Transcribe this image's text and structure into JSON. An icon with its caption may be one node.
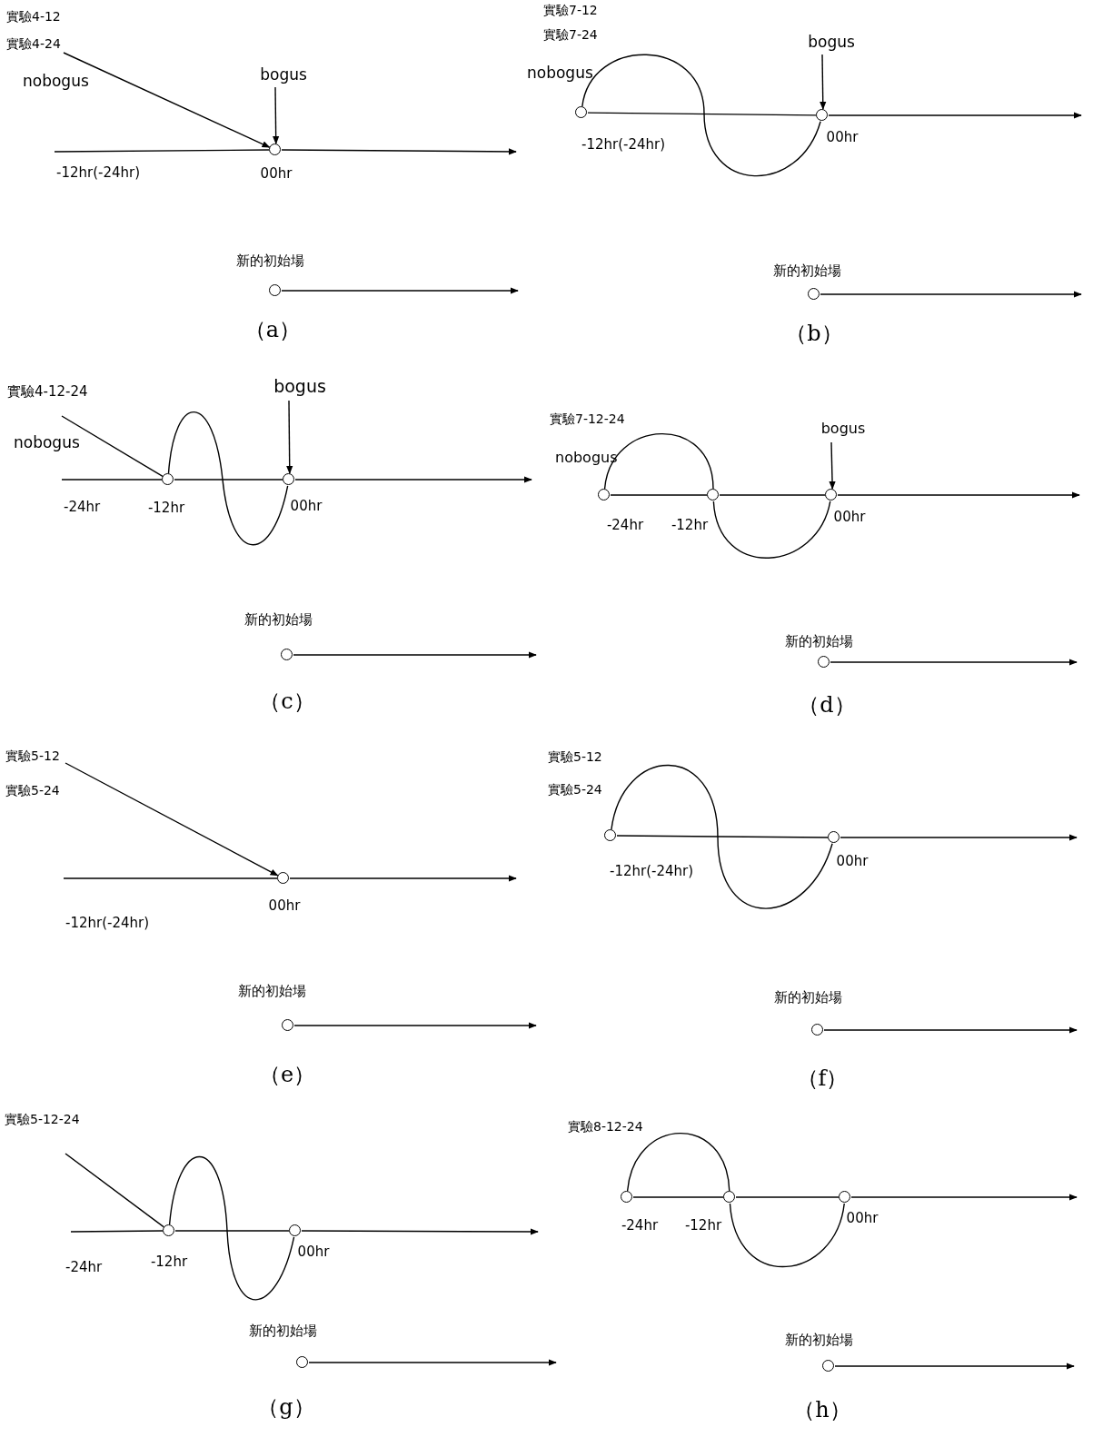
{
  "diagram": {
    "nodes": [
      {
        "text": [
          "bogus"
        ]
      },
      {
        "text": [],
        "shape": "circle",
        "beside": [
          "00hr"
        ]
      },
      {
        "text": [],
        "shape": "circle",
        "beside": [
          "新的初始場"
        ]
      },
      {
        "text": [
          "bogus"
        ]
      },
      {
        "text": [],
        "shape": "circle",
        "beside": [
          "-12hr(-24hr)"
        ]
      },
      {
        "text": [],
        "shape": "circle",
        "beside": [
          "00hr"
        ]
      },
      {
        "text": [],
        "shape": "circle",
        "beside": [
          "新的初始場"
        ]
      },
      {
        "text": [
          "bogus"
        ]
      },
      {
        "text": [],
        "shape": "circle",
        "beside": [
          "-12hr"
        ]
      },
      {
        "text": [],
        "shape": "circle",
        "beside": [
          "00hr"
        ]
      },
      {
        "text": [],
        "shape": "circle",
        "beside": [
          "新的初始場"
        ]
      },
      {
        "text": [
          "bogus"
        ]
      },
      {
        "text": [],
        "shape": "circle",
        "beside": [
          "-24hr"
        ]
      },
      {
        "text": [],
        "shape": "circle",
        "beside": [
          "-12hr"
        ]
      },
      {
        "text": [],
        "shape": "circle",
        "beside": [
          "00hr"
        ]
      },
      {
        "text": [],
        "shape": "circle",
        "beside": [
          "新的初始場"
        ]
      },
      {
        "text": [],
        "shape": "circle",
        "beside": [
          "00hr"
        ]
      },
      {
        "text": [],
        "shape": "circle",
        "beside": [
          "新的初始場"
        ]
      },
      {
        "text": [],
        "shape": "circle",
        "beside": [
          "-12hr(-24hr)"
        ]
      },
      {
        "text": [],
        "shape": "circle",
        "beside": [
          "00hr"
        ]
      },
      {
        "text": [],
        "shape": "circle",
        "beside": [
          "新的初始場"
        ]
      },
      {
        "text": [],
        "shape": "circle",
        "beside": [
          "-12hr"
        ]
      },
      {
        "text": [],
        "shape": "circle",
        "beside": [
          "00hr"
        ]
      },
      {
        "text": [],
        "shape": "circle",
        "beside": [
          "新的初始場"
        ]
      },
      {
        "text": [],
        "shape": "circle",
        "beside": [
          "-24hr"
        ]
      },
      {
        "text": [],
        "shape": "circle",
        "beside": [
          "-12hr"
        ]
      },
      {
        "text": [],
        "shape": "circle",
        "beside": [
          "00hr"
        ]
      },
      {
        "text": [],
        "shape": "circle",
        "beside": [
          "新的初始場"
        ]
      },
      {
        "text": [
          "實驗4-24"
        ]
      },
      {
        "text": [
          "實驗5-12"
        ]
      }
    ],
    "edges": [
      {
        "from": 28,
        "to": 1,
        "arrow": "to"
      },
      {
        "from": null,
        "to": 1,
        "arrow": "none"
      },
      {
        "from": 1,
        "to": null,
        "arrow": "to"
      },
      {
        "from": 0,
        "to": 1,
        "arrow": "to"
      },
      {
        "from": 2,
        "to": null,
        "arrow": "to"
      },
      {
        "from": 4,
        "to": 5,
        "arrow": "none"
      },
      {
        "from": 4,
        "to": 5,
        "arrow": "none"
      },
      {
        "from": 5,
        "to": null,
        "arrow": "to"
      },
      {
        "from": 3,
        "to": 5,
        "arrow": "to"
      },
      {
        "from": 6,
        "to": null,
        "arrow": "to"
      },
      {
        "from": null,
        "to": 8,
        "arrow": "none"
      },
      {
        "from": null,
        "to": 8,
        "arrow": "none"
      },
      {
        "from": 8,
        "to": 9,
        "arrow": "none"
      },
      {
        "from": 8,
        "to": 9,
        "arrow": "none"
      },
      {
        "from": 9,
        "to": null,
        "arrow": "to"
      },
      {
        "from": 7,
        "to": 9,
        "arrow": "to"
      },
      {
        "from": 10,
        "to": null,
        "arrow": "to"
      },
      {
        "from": 12,
        "to": 13,
        "arrow": "none"
      },
      {
        "from": 13,
        "to": 14,
        "arrow": "none"
      },
      {
        "from": 12,
        "to": 13,
        "arrow": "none"
      },
      {
        "from": 13,
        "to": 14,
        "arrow": "none"
      },
      {
        "from": 14,
        "to": null,
        "arrow": "to"
      },
      {
        "from": 11,
        "to": 14,
        "arrow": "to"
      },
      {
        "from": 15,
        "to": null,
        "arrow": "to"
      },
      {
        "from": 29,
        "to": 16,
        "arrow": "to"
      },
      {
        "from": null,
        "to": 16,
        "arrow": "none"
      },
      {
        "from": 16,
        "to": null,
        "arrow": "to"
      },
      {
        "from": 17,
        "to": null,
        "arrow": "to"
      },
      {
        "from": 18,
        "to": 19,
        "arrow": "none"
      },
      {
        "from": 18,
        "to": 19,
        "arrow": "none"
      },
      {
        "from": 19,
        "to": null,
        "arrow": "to"
      },
      {
        "from": 20,
        "to": null,
        "arrow": "to"
      },
      {
        "from": null,
        "to": 21,
        "arrow": "none"
      },
      {
        "from": null,
        "to": 21,
        "arrow": "none"
      },
      {
        "from": 21,
        "to": 22,
        "arrow": "none"
      },
      {
        "from": 21,
        "to": 22,
        "arrow": "none"
      },
      {
        "from": 22,
        "to": null,
        "arrow": "to"
      },
      {
        "from": 23,
        "to": null,
        "arrow": "to"
      },
      {
        "from": 24,
        "to": 25,
        "arrow": "none"
      },
      {
        "from": 25,
        "to": 26,
        "arrow": "none"
      },
      {
        "from": 24,
        "to": 25,
        "arrow": "none"
      },
      {
        "from": 25,
        "to": 26,
        "arrow": "none"
      },
      {
        "from": 26,
        "to": null,
        "arrow": "to"
      },
      {
        "from": 27,
        "to": null,
        "arrow": "to"
      }
    ],
    "labels": [
      "實驗4-12",
      "nobogus",
      "-12hr(-24hr)",
      "（a）",
      "實驗7-12",
      "實驗7-24",
      "nobogus",
      "（b）",
      "實驗4-12-24",
      "nobogus",
      "-24hr",
      "（c）",
      "實驗7-12-24",
      "nobogus",
      "（d）",
      "實驗5-24",
      "-12hr(-24hr)",
      "（e）",
      "實驗5-12",
      "實驗5-24",
      "（f）",
      "實驗5-12-24",
      "-24hr",
      "（g）",
      "實驗8-12-24",
      "（h）"
    ]
  }
}
